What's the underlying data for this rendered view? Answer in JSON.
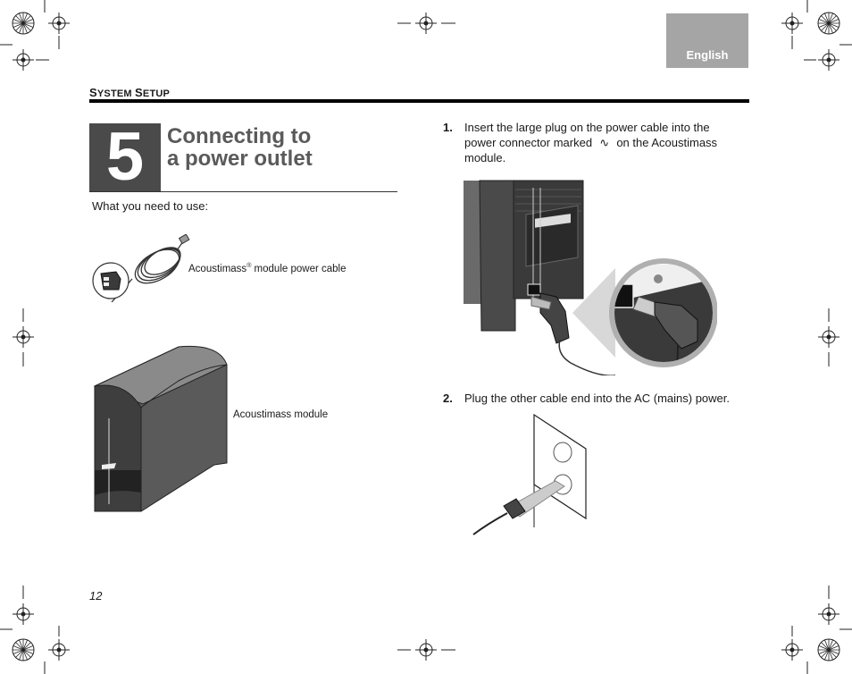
{
  "language_tab": "English",
  "section_title": {
    "first_big": "S",
    "first_rest": "YSTEM",
    "second_big": "S",
    "second_rest": "ETUP"
  },
  "step": {
    "number": "5",
    "title_line1": "Connecting to",
    "title_line2": "a power outlet"
  },
  "need_label": "What you need to use:",
  "items": {
    "cable_label_pre": "Acoustimass",
    "cable_label_reg": "®",
    "cable_label_post": " module power cable",
    "module_label": "Acoustimass module"
  },
  "instructions": [
    {
      "num": "1.",
      "line1": "Insert the large plug on the power cable into the",
      "line2_pre": "power connector marked",
      "line2_symbol": "∿",
      "line2_post": "on the Acoustimass",
      "line3": "module."
    },
    {
      "num": "2.",
      "text": "Plug the other cable end into the AC (mains) power."
    }
  ],
  "page_number": "12",
  "colors": {
    "tab_gray": "#a5a5a5",
    "step_box": "#4a4a4a",
    "title_gray": "#5a5a5a"
  }
}
